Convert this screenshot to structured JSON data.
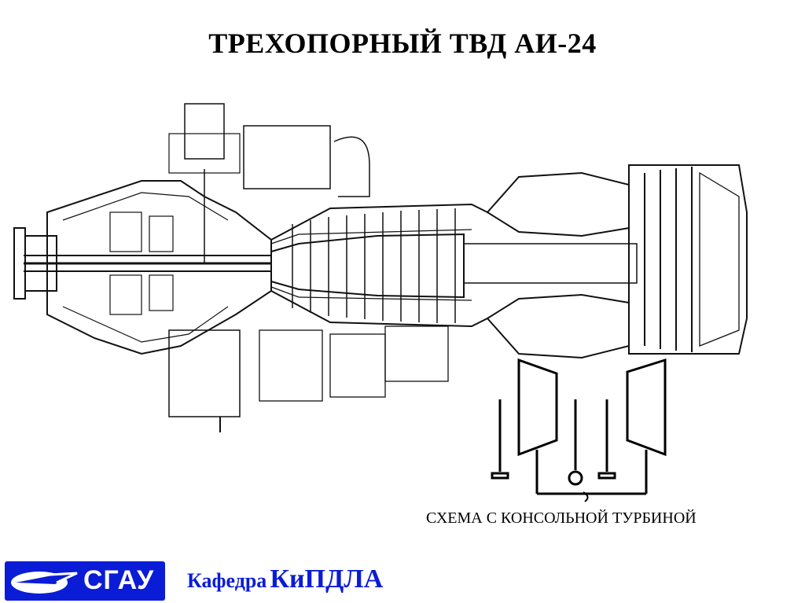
{
  "title": "ТРЕХОПОРНЫЙ ТВД АИ-24",
  "scheme_caption": "СХЕМА С КОНСОЛЬНОЙ ТУРБИНОЙ",
  "logo": {
    "text": "СГАУ",
    "color": "#0a1cd6"
  },
  "department": {
    "prefix": "Кафедра",
    "name": "КиПДЛА"
  }
}
